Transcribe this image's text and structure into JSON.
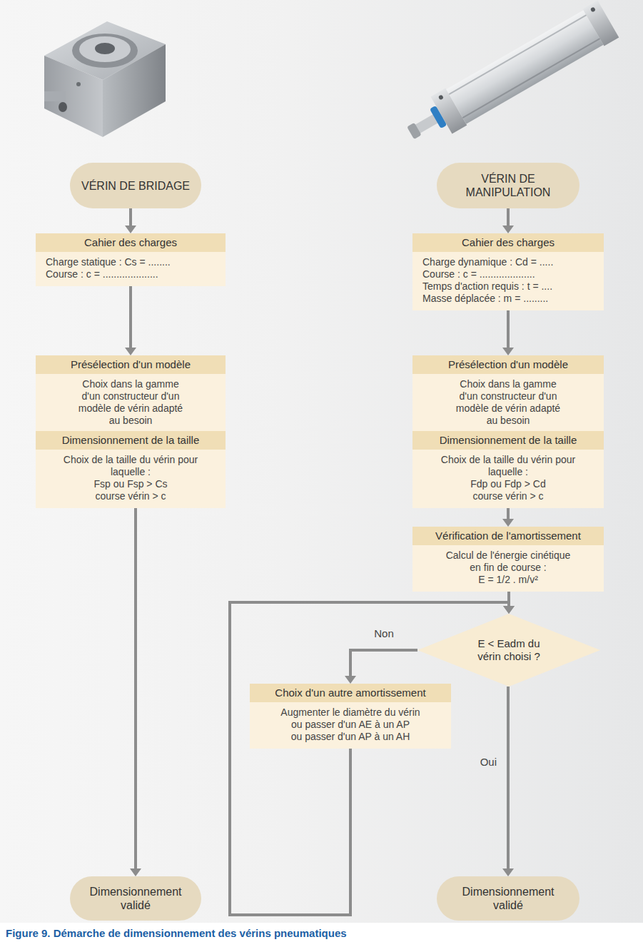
{
  "diagram": {
    "caption": "Figure 9. Démarche de dimensionnement des vérins pneumatiques",
    "nodes": [
      {
        "text": [
          "VÉRIN DE BRIDAGE"
        ]
      },
      {
        "text": [
          "Cahier des charges",
          "Charge statique : Cs = ........",
          "Course : c = ...................."
        ]
      },
      {
        "text": [
          "Présélection d'un modèle",
          "Choix dans la gamme d'un constructeur d'un modèle de vérin adapté au besoin"
        ]
      },
      {
        "text": [
          "Dimensionnement de la taille",
          "Choix de la taille du vérin pour laquelle :",
          "Fsp ou Fsp > Cs",
          "course vérin > c"
        ]
      },
      {
        "text": [
          "Dimensionnement validé"
        ]
      },
      {
        "text": [
          "VÉRIN DE MANIPULATION"
        ]
      },
      {
        "text": [
          "Cahier des charges",
          "Charge dynamique : Cd = .....",
          "Course : c = ....................",
          "Temps d'action requis : t = ....",
          "Masse déplacée : m = ........."
        ]
      },
      {
        "text": [
          "Présélection d'un modèle",
          "Choix dans la gamme d'un constructeur d'un modèle de vérin adapté au besoin"
        ]
      },
      {
        "text": [
          "Dimensionnement de la taille",
          "Choix de la taille du vérin pour laquelle :",
          "Fdp ou Fdp > Cd",
          "course vérin > c"
        ]
      },
      {
        "text": [
          "Vérification de l'amortissement",
          "Calcul de l'énergie cinétique en fin de course :",
          "E = 1/2 . m/v²"
        ]
      },
      {
        "text": [
          "E < Eadm du vérin choisi ?"
        ]
      },
      {
        "text": [
          "Choix d'un autre amortissement",
          "Augmenter le diamètre du vérin",
          "ou passer d'un AE à un AP",
          "ou passer d'un AP à un AH"
        ]
      },
      {
        "text": [
          "Dimensionnement validé"
        ]
      }
    ],
    "edges": [
      {
        "from": 0,
        "to": 1,
        "arrow": "to"
      },
      {
        "from": 1,
        "to": 2,
        "arrow": "to"
      },
      {
        "from": 2,
        "to": 3,
        "arrow": "to"
      },
      {
        "from": 3,
        "to": 4,
        "arrow": "to"
      },
      {
        "from": 5,
        "to": 6,
        "arrow": "to"
      },
      {
        "from": 6,
        "to": 7,
        "arrow": "to"
      },
      {
        "from": 7,
        "to": 8,
        "arrow": "to"
      },
      {
        "from": 8,
        "to": 9,
        "arrow": "to"
      },
      {
        "from": 9,
        "to": 10,
        "arrow": "to"
      },
      {
        "from": 10,
        "to": 11,
        "label": "Non",
        "arrow": "to"
      },
      {
        "from": 11,
        "to": 10,
        "arrow": "to"
      },
      {
        "from": 10,
        "to": 12,
        "label": "Oui",
        "arrow": "to"
      }
    ]
  }
}
